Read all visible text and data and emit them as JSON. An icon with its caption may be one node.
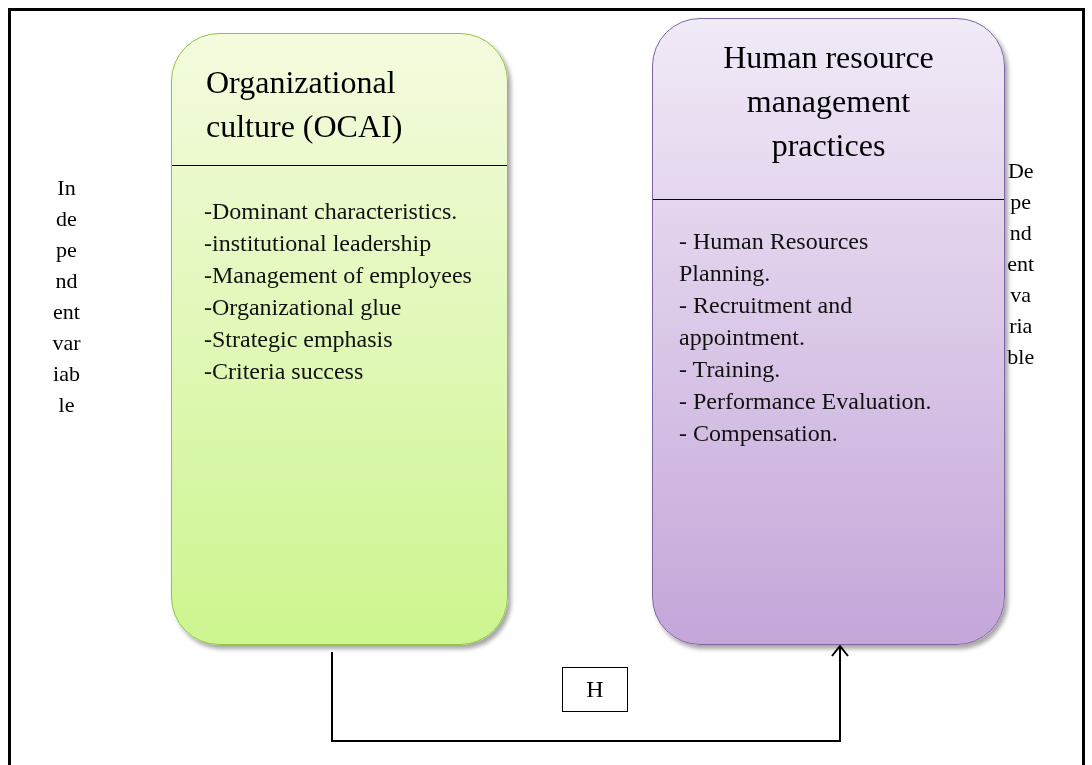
{
  "diagram": {
    "nodes": [
      {
        "text": [
          "Organizational culture (OCAI)",
          "-Dominant characteristics.",
          "-institutional leadership",
          "-Management of employees",
          "-Organizational glue",
          "-Strategic emphasis",
          "-Criteria success"
        ]
      },
      {
        "text": [
          "Human resource management practices",
          "- Human Resources Planning.",
          "- Recruitment and appointment.",
          "- Training.",
          "- Performance Evaluation.",
          "- Compensation."
        ]
      }
    ],
    "edges": [
      {
        "from": 0,
        "to": 1,
        "arrow": "to",
        "label": "H"
      }
    ],
    "labels": [
      "Independent variable",
      "Dependent variable"
    ]
  }
}
